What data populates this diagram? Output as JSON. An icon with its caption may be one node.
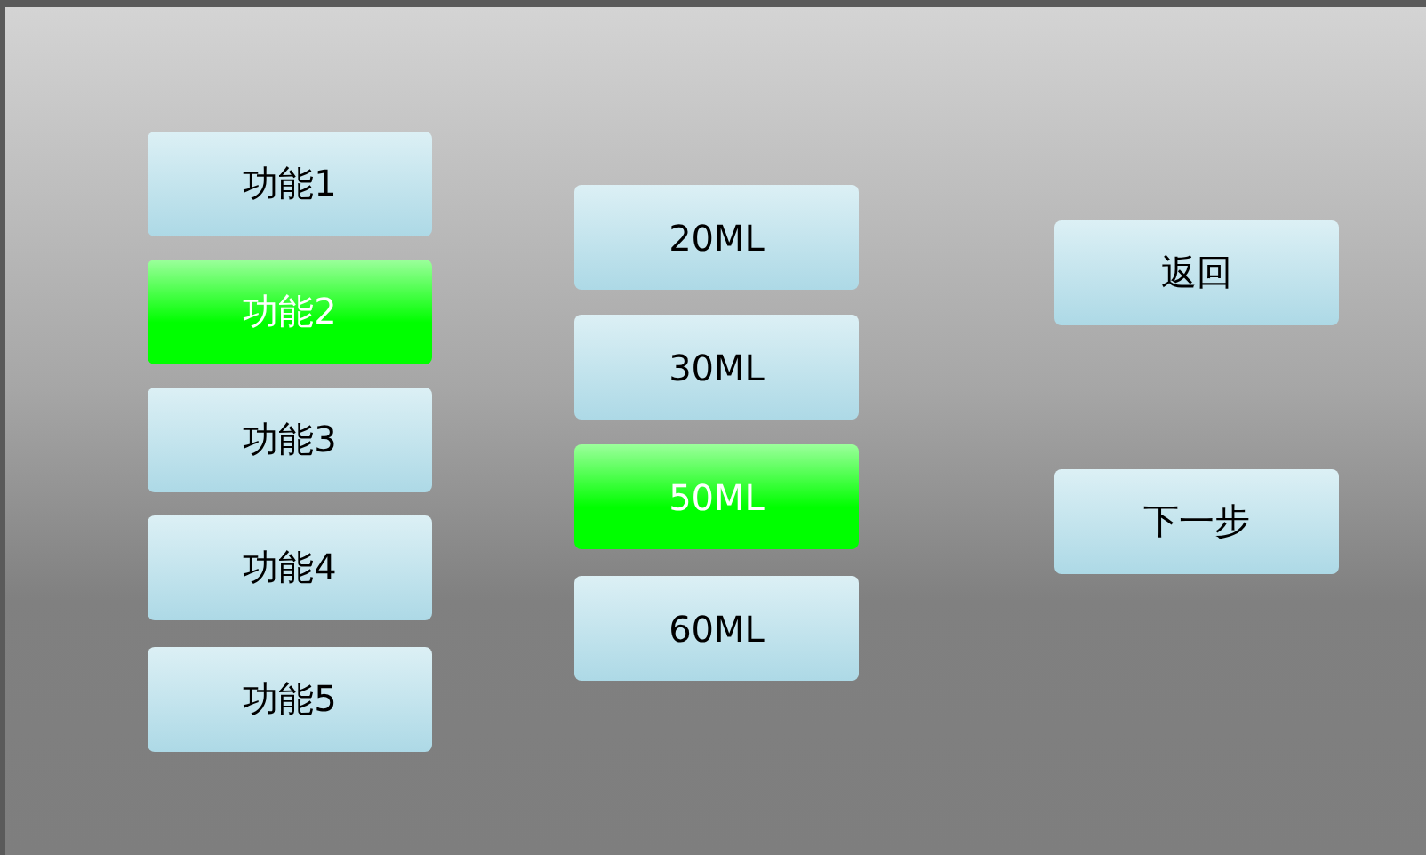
{
  "diagram": {
    "nodes": [
      {
        "text": [
          "功能1"
        ]
      },
      {
        "text": [
          "功能2"
        ]
      },
      {
        "text": [
          "功能3"
        ]
      },
      {
        "text": [
          "功能4"
        ]
      },
      {
        "text": [
          "功能5"
        ]
      },
      {
        "text": [
          "20ML"
        ]
      },
      {
        "text": [
          "30ML"
        ]
      },
      {
        "text": [
          "50ML"
        ]
      },
      {
        "text": [
          "60ML"
        ]
      },
      {
        "text": [
          "返回"
        ]
      },
      {
        "text": [
          "下一步"
        ]
      }
    ]
  }
}
